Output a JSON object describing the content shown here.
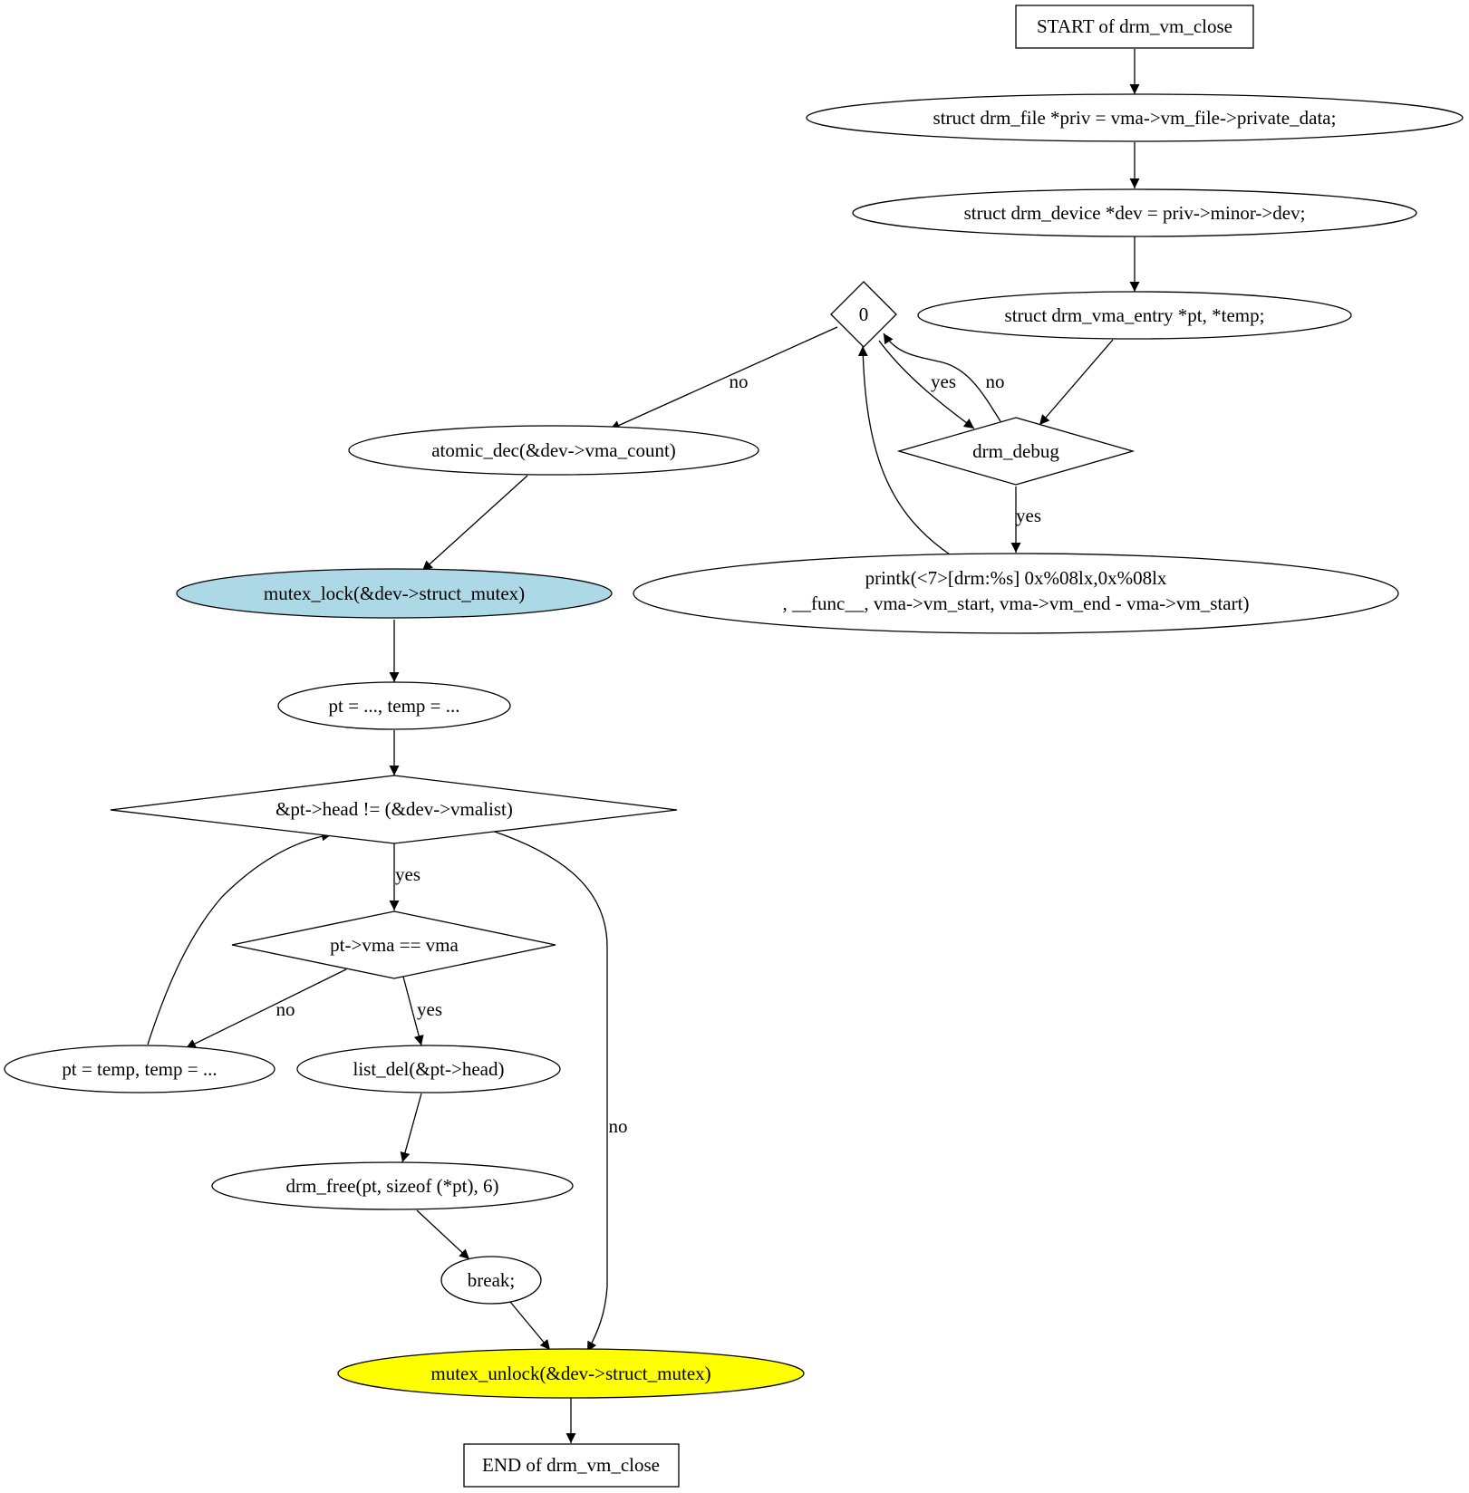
{
  "colors": {
    "default_fill": "#ffffff",
    "mutex_lock_fill": "#add8e6",
    "mutex_unlock_fill": "#ffff00",
    "stroke": "#000000"
  },
  "nodes": {
    "start": {
      "lines": [
        "START of drm_vm_close"
      ]
    },
    "priv": {
      "lines": [
        "struct drm_file *priv = vma->vm_file->private_data;"
      ]
    },
    "dev": {
      "lines": [
        "struct drm_device *dev = priv->minor->dev;"
      ]
    },
    "zero": {
      "lines": [
        "0"
      ]
    },
    "ptdecl": {
      "lines": [
        "struct drm_vma_entry *pt, *temp;"
      ]
    },
    "atomic": {
      "lines": [
        "atomic_dec(&dev->vma_count)"
      ]
    },
    "debug": {
      "lines": [
        "drm_debug"
      ]
    },
    "printk": {
      "lines": [
        "printk(<7>[drm:%s] 0x%08lx,0x%08lx",
        ", __func__, vma->vm_start, vma->vm_end - vma->vm_start)"
      ]
    },
    "lock": {
      "lines": [
        "mutex_lock(&dev->struct_mutex)"
      ]
    },
    "ptinit": {
      "lines": [
        "pt = ..., temp = ..."
      ]
    },
    "loop": {
      "lines": [
        "&pt->head != (&dev->vmalist)"
      ]
    },
    "ptvma": {
      "lines": [
        "pt->vma == vma"
      ]
    },
    "ptnext": {
      "lines": [
        "pt = temp, temp = ..."
      ]
    },
    "listdel": {
      "lines": [
        "list_del(&pt->head)"
      ]
    },
    "free": {
      "lines": [
        "drm_free(pt, sizeof (*pt), 6)"
      ]
    },
    "brk": {
      "lines": [
        "break;"
      ]
    },
    "unlock": {
      "lines": [
        "mutex_unlock(&dev->struct_mutex)"
      ]
    },
    "end": {
      "lines": [
        "END of drm_vm_close"
      ]
    }
  },
  "edge_labels": {
    "zero_atomic": "no",
    "zero_debug": "yes",
    "debug_zero": "no",
    "debug_printk": "yes",
    "loop_ptvma": "yes",
    "loop_unlock": "no",
    "ptvma_ptnext": "no",
    "ptvma_listdel": "yes"
  }
}
